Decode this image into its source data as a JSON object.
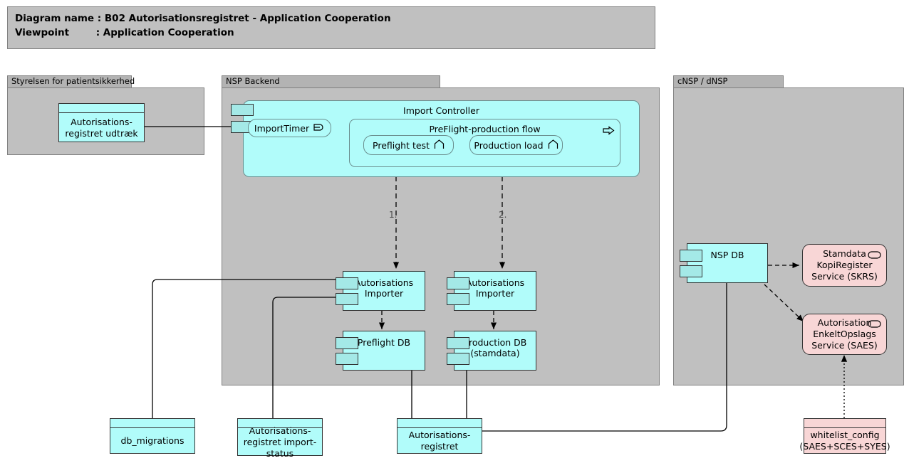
{
  "header": {
    "line1": "Diagram name : B02 Autorisationsregistret - Application Cooperation",
    "line2": "Viewpoint        : Application Cooperation"
  },
  "groups": [
    {
      "name": "Styrelsen for patientsikkerhed"
    },
    {
      "name": "NSP Backend"
    },
    {
      "name": "cNSP / dNSP"
    }
  ],
  "nodes": {
    "udtraek": {
      "label": "Autorisations-\nregistret udtræk"
    },
    "import_controller": {
      "label": "Import Controller"
    },
    "import_timer": {
      "label": "ImportTimer",
      "icon": "application-event-icon"
    },
    "preflight_flow": {
      "label": "PreFlight-production flow",
      "icon": "application-process-icon"
    },
    "preflight_test": {
      "label": "Preflight test",
      "icon": "application-function-icon"
    },
    "production_load": {
      "label": "Production load",
      "icon": "application-function-icon"
    },
    "importer_left": {
      "label": "Autorisations\nImporter"
    },
    "importer_right": {
      "label": "Autorisations\nImporter"
    },
    "preflight_db": {
      "label": "Preflight DB"
    },
    "production_db": {
      "label": "Production DB\n(stamdata)"
    },
    "nsp_db": {
      "label": "NSP DB"
    },
    "skrs": {
      "label": "Stamdata\nKopiRegister\nService (SKRS)",
      "icon": "application-service-icon"
    },
    "saes": {
      "label": "Autorisation\nEnkeltOpslags\nService (SAES)",
      "icon": "application-service-icon"
    },
    "db_migrations": {
      "label": "db_migrations"
    },
    "import_status": {
      "label": "Autorisations-\nregistret import-\nstatus"
    },
    "autorisationsregistret": {
      "label": "Autorisations-\nregistret"
    },
    "whitelist_config": {
      "label": "whitelist_config\n(SAES+SCES+SYES)"
    }
  },
  "flow_labels": {
    "step1": "1.",
    "step2": "2."
  },
  "colors": {
    "application": "#b1fcfa",
    "service": "#f8d6d6",
    "group": "#c0c0c0",
    "group_tab": "#b3b3b3",
    "header": "#c0c0c0",
    "line": "#000000",
    "flow_label": "#4a4a4a"
  }
}
